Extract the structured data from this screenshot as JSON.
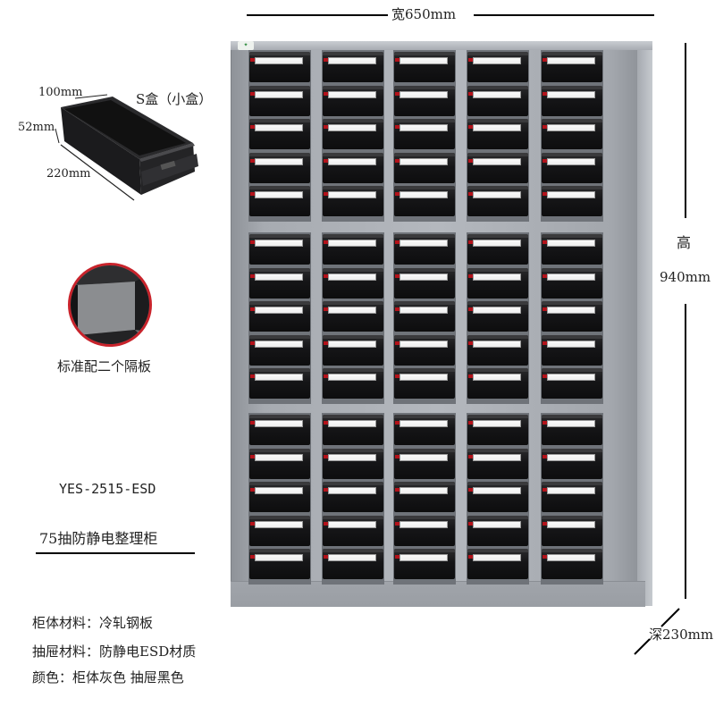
{
  "dimensions": {
    "width_label": "宽650mm",
    "height_char": "高",
    "height_value": "940mm",
    "depth_label": "深230mm"
  },
  "small_box": {
    "title": "S盒（小盒）",
    "width": "100mm",
    "height": "52mm",
    "length": "220mm"
  },
  "divider_caption": "标准配二个隔板",
  "product": {
    "model": "YES-2515-ESD",
    "name": "75抽防静电整理柜"
  },
  "specs": [
    "柜体材料：冷轧钢板",
    "抽屉材料：防静电ESD材质",
    "颜色：柜体灰色 抽屉黑色"
  ],
  "cabinet": {
    "columns": 5,
    "sections": 3,
    "drawers_per_column_per_section": 5,
    "body_color": "#b4b8be",
    "drawer_color": "#111113",
    "label_color": "#eeeeee",
    "tab_color": "#b3121a",
    "inset_ring_color": "#c8232b"
  }
}
